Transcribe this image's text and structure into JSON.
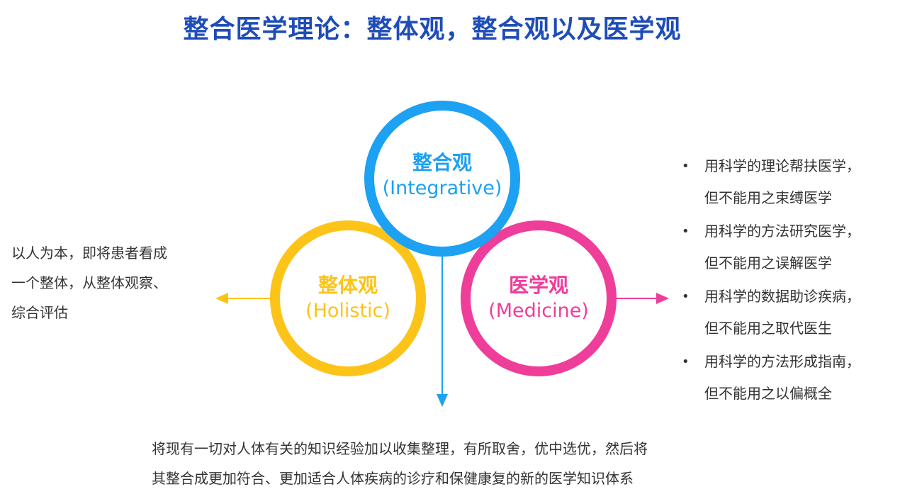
{
  "title": "整合医学理论：整体观，整合观以及医学观",
  "colors": {
    "title": "#1f4db8",
    "integrative": "#1da1f2",
    "holistic": "#fcc419",
    "medicine": "#ef3d9a"
  },
  "circles": {
    "integrative": {
      "zh": "整合观",
      "en": "(Integrative)"
    },
    "holistic": {
      "zh": "整体观",
      "en": "(Holistic)"
    },
    "medicine": {
      "zh": "医学观",
      "en": "(Medicine)"
    }
  },
  "left_text": {
    "line1": "以人为本，即将患者看成",
    "line2": "一个整体，从整体观察、",
    "line3": "综合评估"
  },
  "right_list": [
    {
      "bullet": "•",
      "line1": "用科学的理论帮扶医学，",
      "line2": "但不能用之束缚医学"
    },
    {
      "bullet": "•",
      "line1": "用科学的方法研究医学，",
      "line2": "但不能用之误解医学"
    },
    {
      "bullet": "•",
      "line1": "用科学的数据助诊疾病，",
      "line2": "但不能用之取代医生"
    },
    {
      "bullet": "•",
      "line1": "用科学的方法形成指南，",
      "line2": "但不能用之以偏概全"
    }
  ],
  "bottom_text": {
    "line1": "将现有一切对人体有关的知识经验加以收集整理，有所取舍，优中选优，然后将",
    "line2": "其整合成更加符合、更加适合人体疾病的诊疗和保健康复的新的医学知识体系"
  }
}
